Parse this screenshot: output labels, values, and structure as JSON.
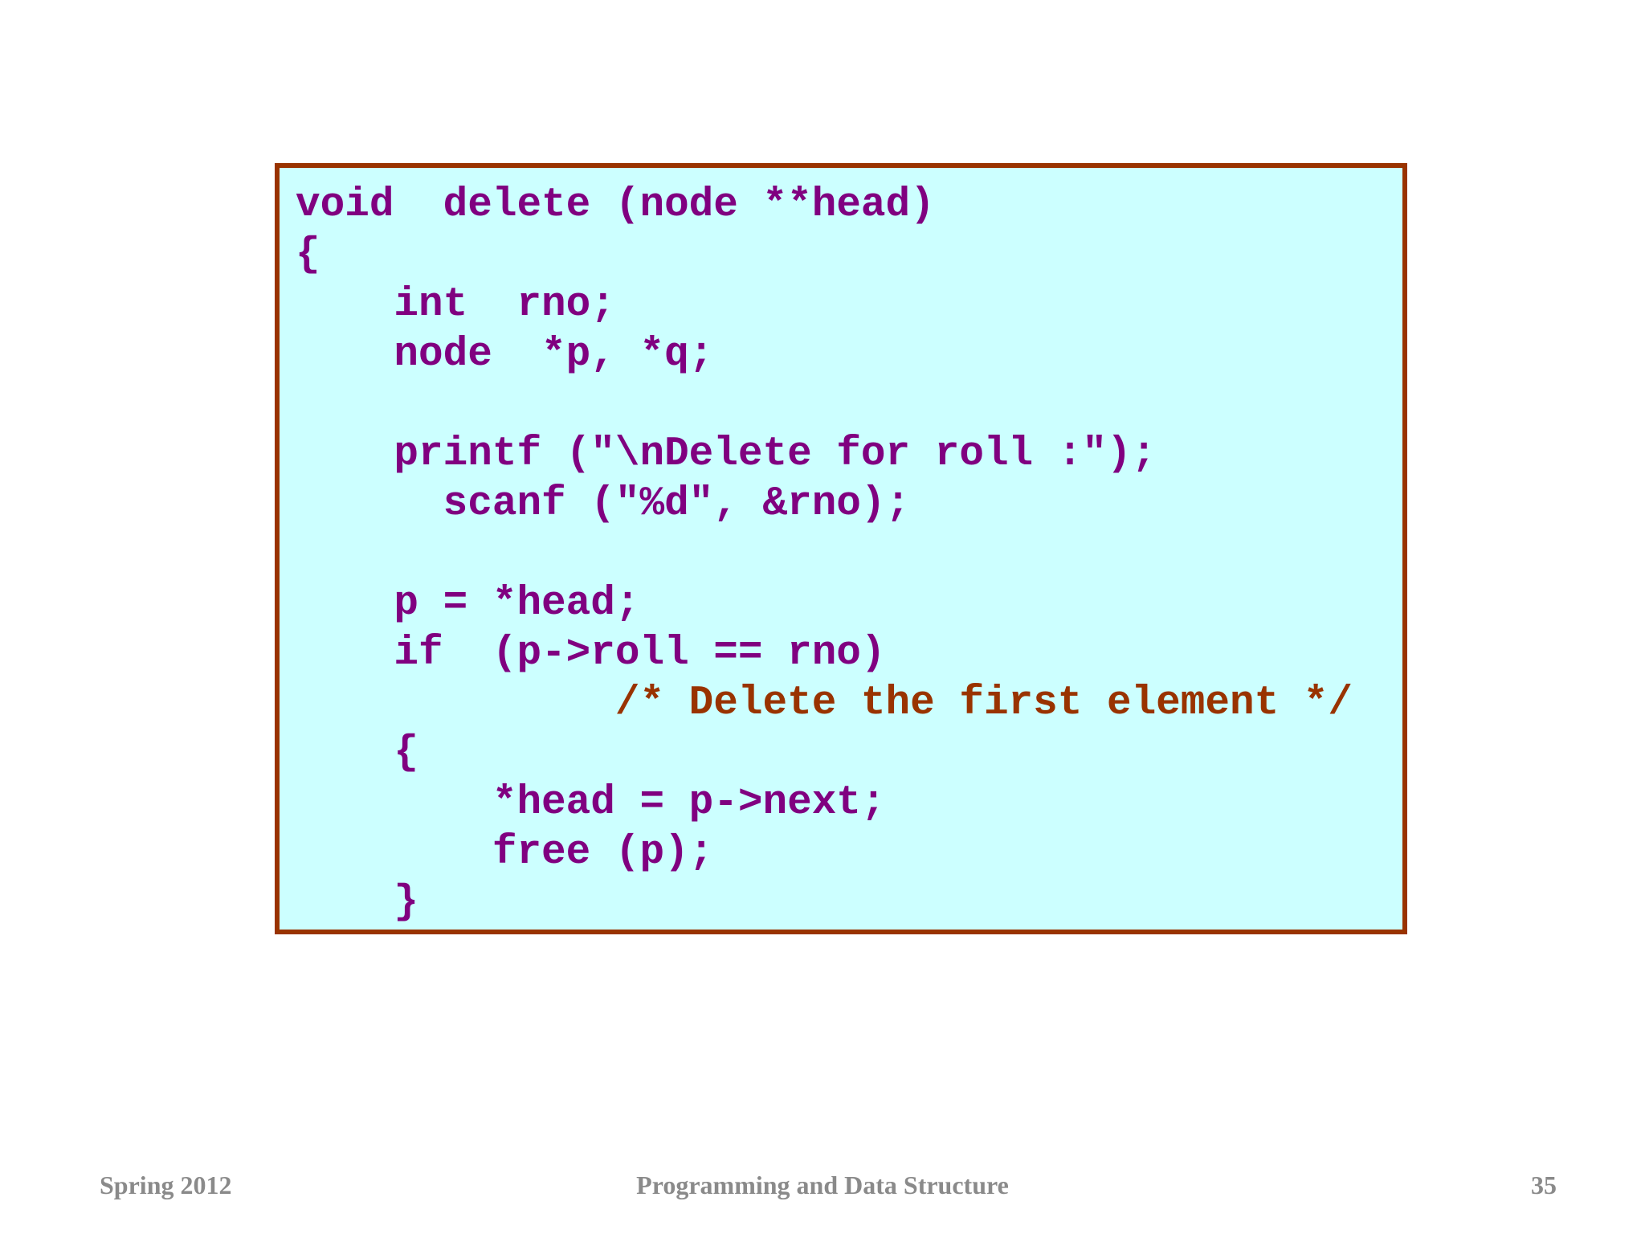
{
  "code": {
    "lines": [
      "void  delete (node **head)",
      "{",
      "    int  rno;",
      "    node  *p, *q;",
      "",
      "    printf (\"\\nDelete for roll :\");",
      "      scanf (\"%d\", &rno);",
      "",
      "    p = *head;",
      "    if  (p->roll == rno)",
      "             /* Delete the first element */",
      "    {",
      "        *head = p->next;",
      "        free (p);",
      "    }"
    ]
  },
  "footer": {
    "left": "Spring 2012",
    "center": "Programming and Data Structure",
    "right": "35"
  },
  "colors": {
    "code_text": "#800080",
    "comment_text": "#993300",
    "box_background": "#ccffff",
    "box_border": "#993300",
    "footer_text": "#8a8a8a"
  }
}
